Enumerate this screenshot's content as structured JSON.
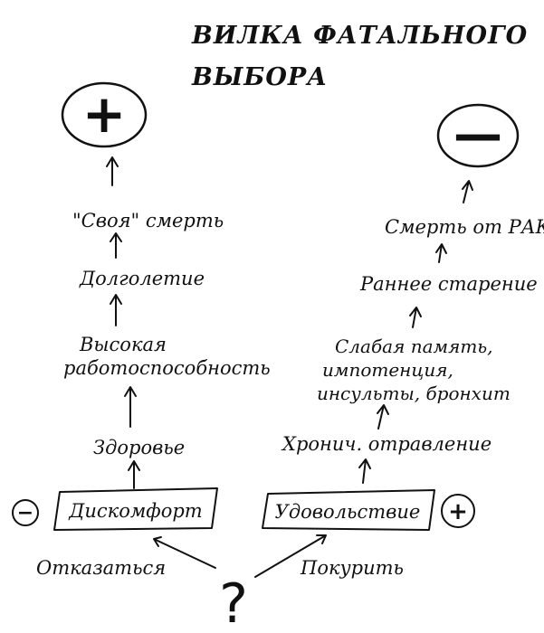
{
  "title": {
    "line1": "ВИЛКА ФАТАЛЬНОГО",
    "line2": "ВЫБОРА"
  },
  "outcomes": {
    "positive_symbol": "+",
    "negative_symbol": "—"
  },
  "left_chain": {
    "death": "\"Своя\" смерть",
    "longevity": "Долголетие",
    "capacity_line1": "Высокая",
    "capacity_line2": "работоспособность",
    "health": "Здоровье",
    "discomfort": "Дискомфорт",
    "discomfort_sign": "−",
    "action": "Отказаться"
  },
  "right_chain": {
    "death": "Смерть от РАКА",
    "aging": "Раннее старение",
    "effects_line1": "Слабая память,",
    "effects_line2": "импотенция,",
    "effects_line3": "инсульты, бронхит",
    "poisoning": "Хронич. отравление",
    "pleasure": "Удовольствие",
    "pleasure_sign": "+",
    "action": "Покурить"
  },
  "choice": {
    "symbol": "?"
  }
}
